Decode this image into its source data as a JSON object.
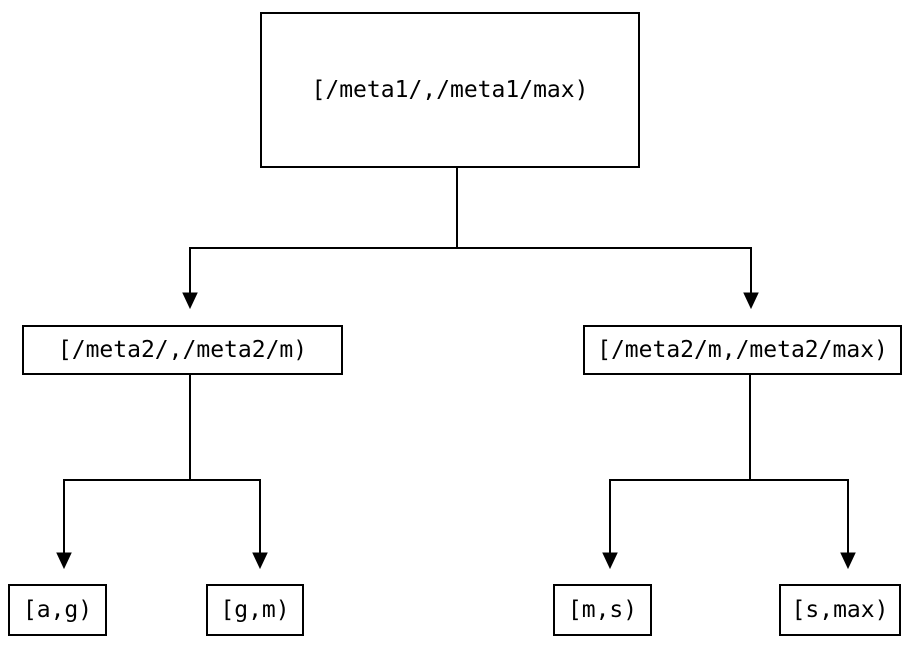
{
  "diagram": {
    "type": "interval-partition-tree",
    "colors": {
      "line": "#000000",
      "box_border": "#000000",
      "text": "#000000",
      "background": "#ffffff"
    },
    "nodes": {
      "root": {
        "label": "[/meta1/,/meta1/max)"
      },
      "l1_left": {
        "label": "[/meta2/,/meta2/m)"
      },
      "l1_right": {
        "label": "[/meta2/m,/meta2/max)"
      },
      "leaf_ag": {
        "label": "[a,g)"
      },
      "leaf_gm": {
        "label": "[g,m)"
      },
      "leaf_ms": {
        "label": "[m,s)"
      },
      "leaf_smax": {
        "label": "[s,max)"
      }
    },
    "edges": [
      {
        "from": "root",
        "to": "l1_left"
      },
      {
        "from": "root",
        "to": "l1_right"
      },
      {
        "from": "l1_left",
        "to": "leaf_ag"
      },
      {
        "from": "l1_left",
        "to": "leaf_gm"
      },
      {
        "from": "l1_right",
        "to": "leaf_ms"
      },
      {
        "from": "l1_right",
        "to": "leaf_smax"
      }
    ]
  }
}
